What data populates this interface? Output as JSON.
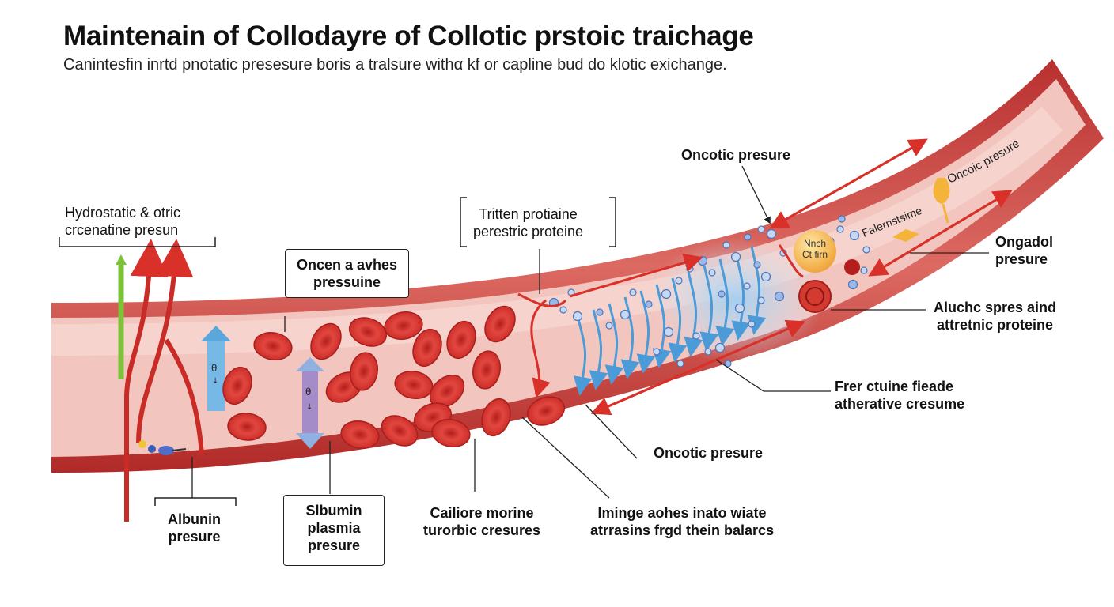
{
  "header": {
    "title": "Maintenain of Collodayre of Collotic prstoic traichage",
    "subtitle": "Canintesfin inrtd pnotatic presesure boris a tralsure withα kf or capline bud do klotic exichange."
  },
  "labels": {
    "hydrostatic": [
      "Hydrostatic & otric",
      "crcenatine presun"
    ],
    "oncen": [
      "Oncen a avhes",
      "pressuine"
    ],
    "tritten": [
      "Tritten  protiaine",
      "perestric proteine"
    ],
    "oncotic_top": "Oncotic presure",
    "oncotic_curved": "Oncoic presure",
    "falernst": "Falernstsime",
    "ongadol": [
      "Ongadol",
      "presure"
    ],
    "aluchc": [
      "Aluchc spres aind",
      "attretnic proteine"
    ],
    "frer": [
      "Frer ctuine fieade",
      "atherative cresume"
    ],
    "oncotic_bottom": "Oncotic presure",
    "albunin": [
      "Albunin",
      "presure"
    ],
    "slbumin": [
      "Slbumin",
      "plasmia",
      "presure"
    ],
    "cailiore": [
      "Cailiore morine",
      "turorbic cresures"
    ],
    "iminge": [
      "Iminge aohes inato wiate",
      "atrrasins frgd thein balarcs"
    ],
    "nnch": [
      "Nnch",
      "Ct firn"
    ],
    "arrow_mark": "θ",
    "arrow_mark_sub": "↓"
  },
  "colors": {
    "vessel_wall": "#c9413f",
    "vessel_lumen": "#f4c7c1",
    "rbc": "#d8302b",
    "blue_arrow": "#5aa7dd",
    "purple_arrow": "#a48cc8",
    "green_arrow": "#7dc23a",
    "red_arrow": "#d9302a"
  }
}
